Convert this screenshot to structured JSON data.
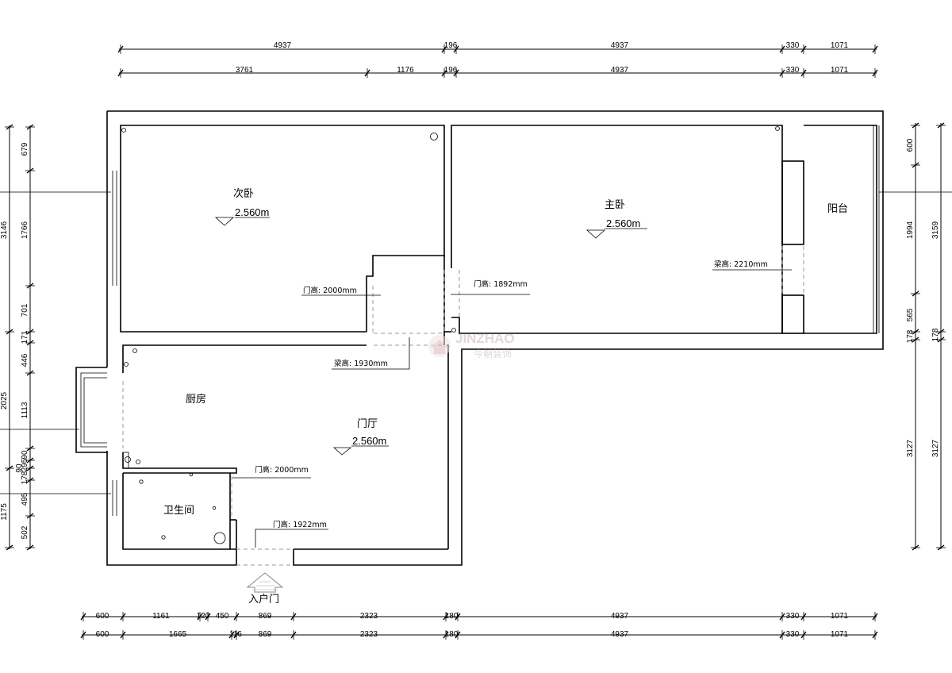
{
  "dimensions": {
    "top_row1": [
      "4937",
      "196",
      "4937",
      "330",
      "1071"
    ],
    "top_row2": [
      "3761",
      "1176",
      "196",
      "4937",
      "330",
      "1071"
    ],
    "bottom_row1": [
      "600",
      "1161",
      "120",
      "450",
      "869",
      "2323",
      "180",
      "4937",
      "330",
      "1071"
    ],
    "bottom_row2": [
      "600",
      "1665",
      "116",
      "869",
      "2323",
      "180",
      "4937",
      "330",
      "1071"
    ],
    "left_outer": [
      "3146",
      "2025",
      "1175"
    ],
    "left_inner": [
      "679",
      "1766",
      "701",
      "171",
      "446",
      "1113",
      "90",
      "295",
      "90",
      "178",
      "495",
      "502"
    ],
    "right_inner": [
      "600",
      "1994",
      "565",
      "178",
      "3127"
    ],
    "right_outer": [
      "3159",
      "178",
      "3127"
    ]
  },
  "rooms": {
    "second_bedroom": {
      "name": "次卧",
      "elevation": "2.560m"
    },
    "master_bedroom": {
      "name": "主卧",
      "elevation": "2.560m"
    },
    "balcony": {
      "name": "阳台"
    },
    "kitchen": {
      "name": "厨房"
    },
    "foyer": {
      "name": "门厅",
      "elevation": "2.560m"
    },
    "bathroom": {
      "name": "卫生间"
    }
  },
  "annotations": {
    "door_second_bedroom": "门高: 2000mm",
    "door_master_bedroom": "门高: 1892mm",
    "beam_master": "梁高: 2210mm",
    "beam_hall": "梁高: 1930mm",
    "door_bathroom": "门高: 2000mm",
    "door_entry": "门高: 1922mm",
    "entry_label": "入户门"
  },
  "watermark": {
    "brand": "JINZHAO",
    "brand_cn": "今朝装饰"
  },
  "colors": {
    "line": "#000000",
    "dashed": "#999999",
    "watermark": "#d9c9c9"
  }
}
